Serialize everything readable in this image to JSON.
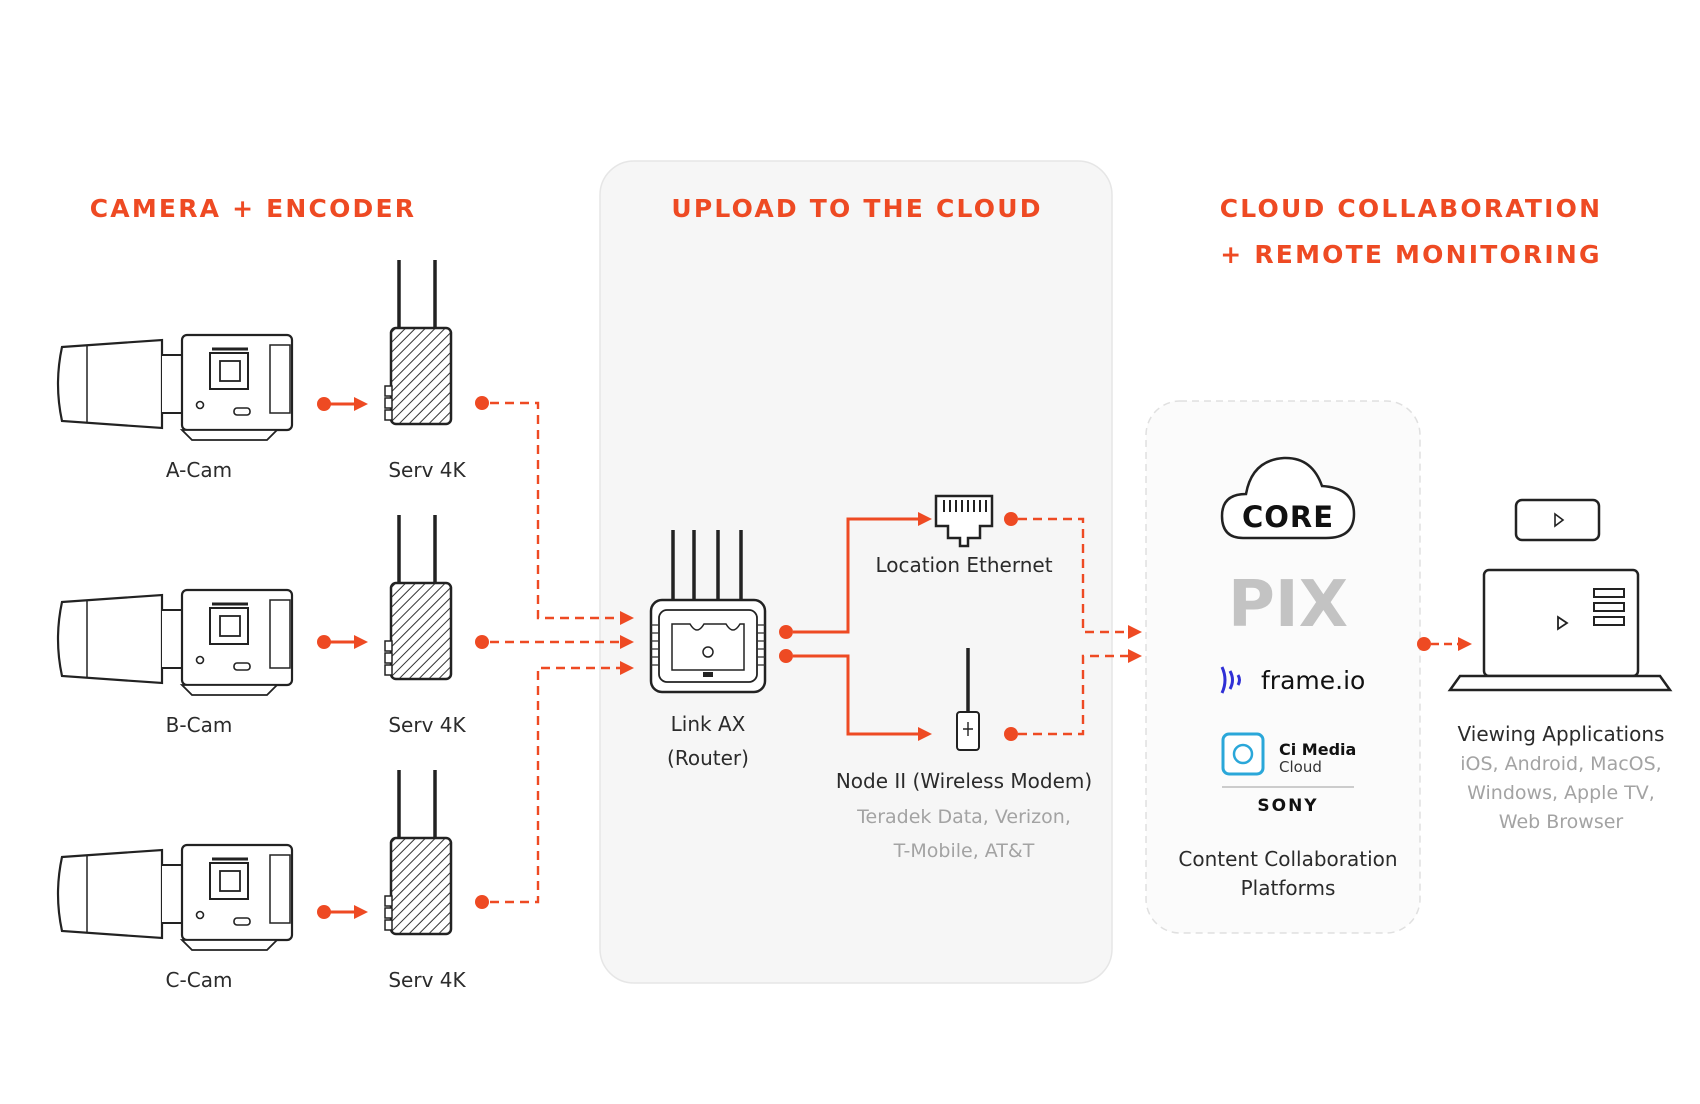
{
  "colors": {
    "accent": "#ee4a23",
    "panel_fill": "#f6f6f6",
    "panel_border": "#e3e3e3",
    "device_stroke": "#222222",
    "label_text": "#2b2b2b",
    "muted_text": "#a3a3a3"
  },
  "headings": {
    "camera_encoder": "CAMERA + ENCODER",
    "upload": "UPLOAD TO THE CLOUD",
    "collab_line1": "CLOUD COLLABORATION",
    "collab_line2": "+ REMOTE MONITORING"
  },
  "cameras": [
    {
      "label": "A-Cam",
      "icon": "cinema-camera-icon"
    },
    {
      "label": "B-Cam",
      "icon": "cinema-camera-icon"
    },
    {
      "label": "C-Cam",
      "icon": "cinema-camera-icon"
    }
  ],
  "encoders": [
    {
      "label": "Serv 4K",
      "icon": "encoder-icon"
    },
    {
      "label": "Serv 4K",
      "icon": "encoder-icon"
    },
    {
      "label": "Serv 4K",
      "icon": "encoder-icon"
    }
  ],
  "router": {
    "label_line1": "Link AX",
    "label_line2": "(Router)",
    "icon": "router-icon"
  },
  "ethernet": {
    "label": "Location Ethernet",
    "icon": "ethernet-port-icon"
  },
  "modem": {
    "label": "Node II (Wireless Modem)",
    "carriers_line1": "Teradek Data, Verizon,",
    "carriers_line2": "T-Mobile, AT&T",
    "icon": "wireless-modem-icon"
  },
  "platforms": {
    "logos": [
      {
        "name": "CORE",
        "icon": "core-cloud-logo"
      },
      {
        "name": "PIX",
        "icon": "pix-logo"
      },
      {
        "name": "frame.io",
        "icon": "frameio-logo"
      },
      {
        "name_line1": "Ci Media",
        "name_line2": "Cloud",
        "icon": "ci-media-cloud-logo"
      },
      {
        "name": "SONY",
        "icon": "sony-logo"
      }
    ],
    "label_line1": "Content Collaboration",
    "label_line2": "Platforms"
  },
  "viewing": {
    "label": "Viewing Applications",
    "platforms_line1": "iOS, Android, MacOS,",
    "platforms_line2": "Windows, Apple TV,",
    "platforms_line3": "Web Browser",
    "icons": [
      "phone-icon",
      "laptop-icon",
      "play-icon"
    ]
  }
}
